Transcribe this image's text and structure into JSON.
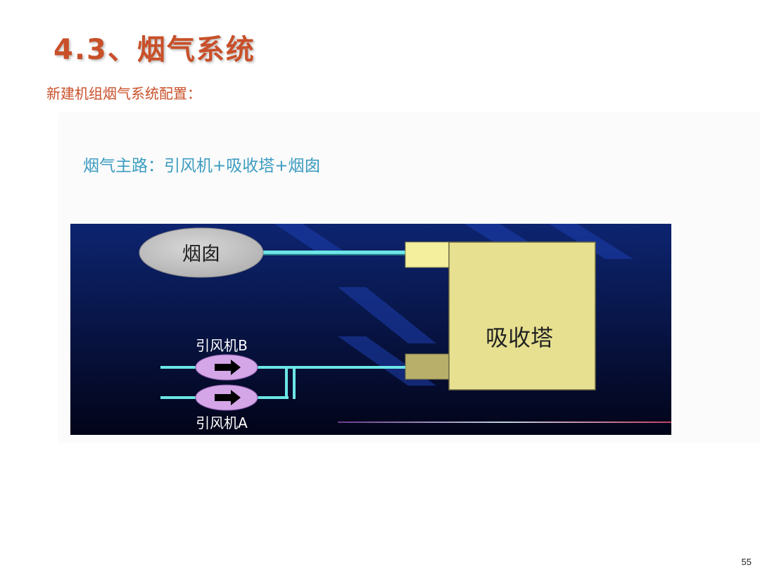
{
  "slide": {
    "title": "4.3、烟气系统",
    "subtitle": "新建机组烟气系统配置：",
    "route": "烟气主路：引风机+吸收塔+烟囱",
    "page_number": "55"
  },
  "diagram": {
    "chimney_label": "烟囱",
    "tower_label": "吸收塔",
    "fan_b_label": "引风机B",
    "fan_a_label": "引风机A",
    "colors": {
      "background": "#0a1440",
      "pipe": "#6ce6e6",
      "tower": "#e6e090",
      "chimney": "#c8c8c8",
      "fan": "#d4a6e8"
    }
  }
}
